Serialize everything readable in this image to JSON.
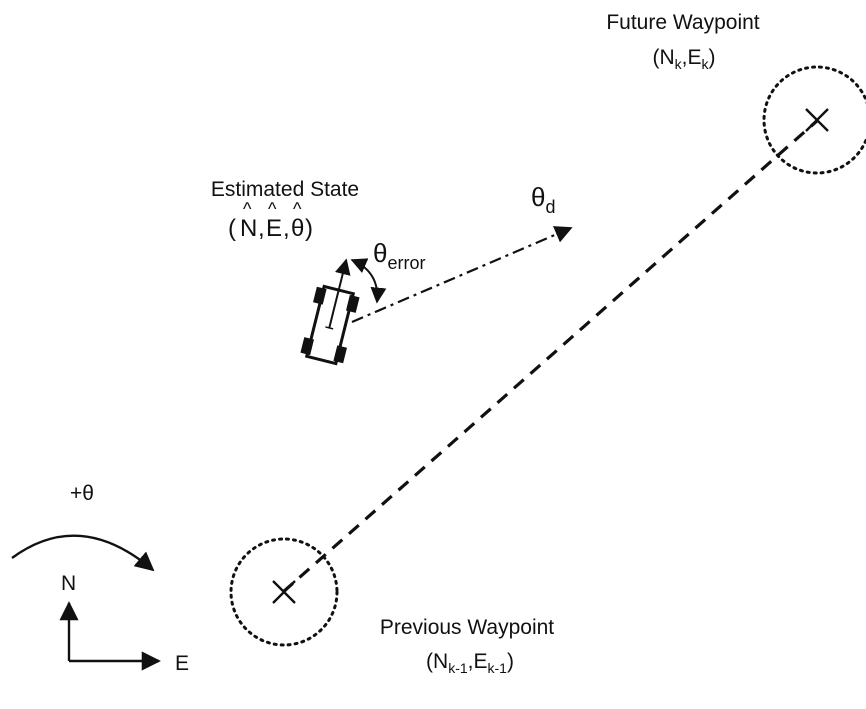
{
  "labels": {
    "future_title": "Future Waypoint",
    "future_coord": {
      "open": "(",
      "n": "N",
      "n_sub": "k",
      "sep": ",",
      "e": "E",
      "e_sub": "k",
      "close": ")"
    },
    "estimated_title": "Estimated State",
    "estimated_coord": {
      "open": "(",
      "n": "N",
      "sep1": ",",
      "e": "E",
      "sep2": ",",
      "theta": "θ",
      "close": ")",
      "hat": "^"
    },
    "theta_d": {
      "symbol": "θ",
      "sub": "d"
    },
    "theta_error": {
      "symbol": "θ",
      "sub": "error"
    },
    "previous_title": "Previous Waypoint",
    "previous_coord": {
      "open": "(",
      "n": "N",
      "n_sub": "k-1",
      "sep": ",",
      "e": "E",
      "e_sub": "k-1",
      "close": ")"
    },
    "plus_theta": "+θ",
    "axis_n": "N",
    "axis_e": "E",
    "waypoint_marker": "×"
  },
  "colors": {
    "ink": "#111111",
    "background": "#ffffff"
  }
}
